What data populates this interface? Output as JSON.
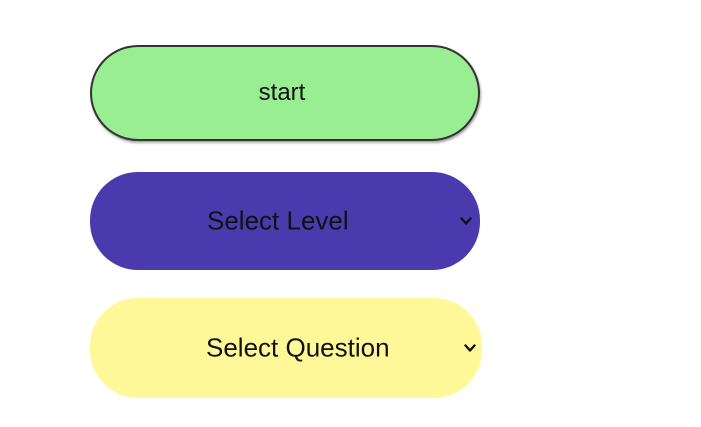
{
  "start_button": {
    "label": "start"
  },
  "level_select": {
    "selected": "Select Level"
  },
  "question_select": {
    "selected": "Select Question"
  },
  "colors": {
    "start_bg": "#98ee91",
    "level_bg": "#4b3aad",
    "question_bg": "#fff899"
  },
  "icons": {
    "dropdown": "chevron-down-icon"
  }
}
